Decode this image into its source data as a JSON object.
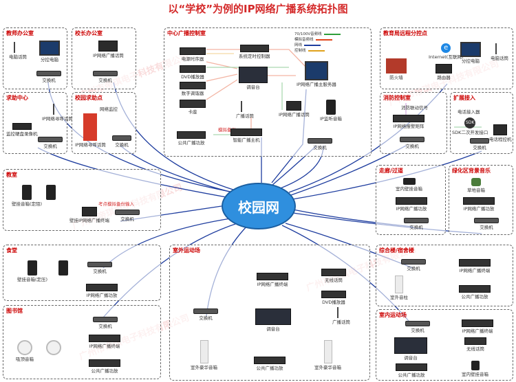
{
  "title": "以“学校”为例的IP网络广播系统拓扑图",
  "center": "校园网",
  "watermark": "广州市帝琪电子科技有限公司",
  "legend": [
    {
      "label": "70/100V音频线",
      "color": "#2e9e3a"
    },
    {
      "label": "模拟音频线",
      "color": "#e0451b"
    },
    {
      "label": "网线",
      "color": "#1d3c9e"
    },
    {
      "label": "控制线",
      "color": "#e0a11b"
    }
  ],
  "zones": {
    "teacher": {
      "title": "教师办公室",
      "items": [
        "电脑话筒",
        "分控电脑",
        "交换机"
      ]
    },
    "principal": {
      "title": "校长办公室",
      "items": [
        "IP网络广播话筒",
        "交换机"
      ]
    },
    "help": {
      "title": "求助中心",
      "items": [
        "IP网络寻呼话筒",
        "监控硬盘录像机",
        "交换机"
      ]
    },
    "campus_help": {
      "title": "校园求助点",
      "items": [
        "网络监控",
        "IP网络寻呼话筒",
        "交换机"
      ]
    },
    "central": {
      "title": "中心广播控制室",
      "items": [
        "电源时序器",
        "系统定时控制器",
        "DVD播放器",
        "数字调谐器",
        "调音台",
        "IP网络广播主服务器",
        "卡座",
        "广播话筒",
        "IP网络广播话筒",
        "IP监听音箱",
        "模拟备份",
        "智能广播主机",
        "公共广播功放",
        "交换机"
      ]
    },
    "edu": {
      "title": "教育局远程分控点",
      "items": [
        "Internet(互联网)",
        "分控电脑",
        "电脑话筒",
        "防火墙",
        "路由器"
      ]
    },
    "fire": {
      "title": "消防控制室",
      "items": [
        "消防联动信号",
        "IP网络报警矩阵",
        "交换机"
      ]
    },
    "expand": {
      "title": "扩展接入",
      "items": [
        "电话接入器",
        "SDK二次开发接口",
        "交换机",
        "电话程控机"
      ]
    },
    "classroom": {
      "title": "教室",
      "items": [
        "壁挂音箱(定阻)",
        "壁挂IP网络广播终端",
        "交换机",
        "考点模拟备份输入"
      ]
    },
    "corridor": {
      "title": "走廊/过道",
      "items": [
        "室内壁挂音箱",
        "IP网络广播功放",
        "交换机"
      ]
    },
    "green": {
      "title": "绿化区背景音乐",
      "items": [
        "草地音箱",
        "IP网络广播功放",
        "交换机"
      ]
    },
    "canteen": {
      "title": "食堂",
      "items": [
        "交换机",
        "壁挂音箱(定压)",
        "IP网络广播功放"
      ]
    },
    "outdoor": {
      "title": "室外运动场",
      "items": [
        "IP网络广播终端",
        "无线话筒",
        "DVD播放器",
        "交换机",
        "调音台",
        "广播话筒",
        "室外豪华音箱",
        "公共广播功放",
        "室外豪华音箱"
      ]
    },
    "dorm": {
      "title": "综合楼/宿舍楼",
      "items": [
        "交换机",
        "IP网络广播终端",
        "室外音柱",
        "公共广播功放"
      ]
    },
    "library": {
      "title": "图书馆",
      "items": [
        "交换机",
        "IP网络广播终端",
        "吸顶音箱",
        "公共广播功放"
      ]
    },
    "indoor": {
      "title": "室内运动场",
      "items": [
        "交换机",
        "IP网络广播终端",
        "调音台",
        "无线话筒",
        "公共广播功放",
        "室内壁挂音箱"
      ]
    }
  }
}
